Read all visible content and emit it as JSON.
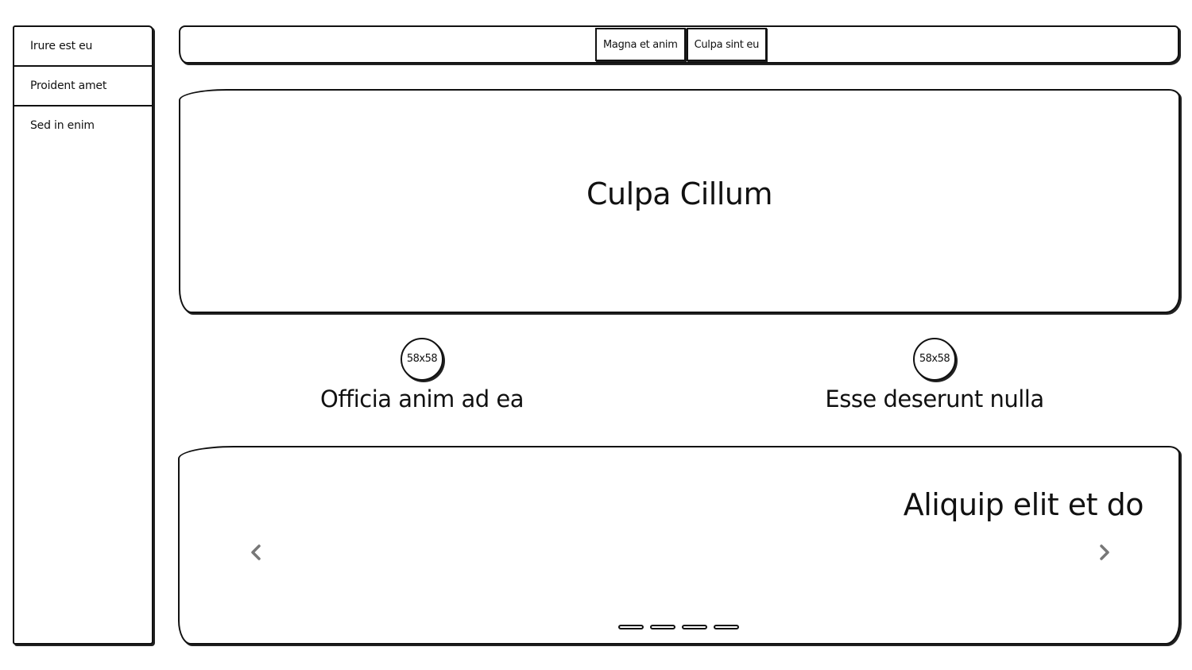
{
  "sidebar": {
    "items": [
      {
        "label": "Irure est eu"
      },
      {
        "label": "Proident amet"
      },
      {
        "label": "Sed in enim"
      }
    ]
  },
  "topbar": {
    "tabs": [
      {
        "label": "Magna et anim"
      },
      {
        "label": "Culpa sint eu"
      }
    ]
  },
  "hero": {
    "title": "Culpa Cillum"
  },
  "features": [
    {
      "avatar_text": "58x58",
      "title": "Officia anim ad ea"
    },
    {
      "avatar_text": "58x58",
      "title": "Esse deserunt nulla"
    }
  ],
  "carousel": {
    "title": "Aliquip elit et do",
    "prev_icon": "chevron-left-icon",
    "next_icon": "chevron-right-icon",
    "indicator_count": 4,
    "arrow_color": "#777777"
  }
}
